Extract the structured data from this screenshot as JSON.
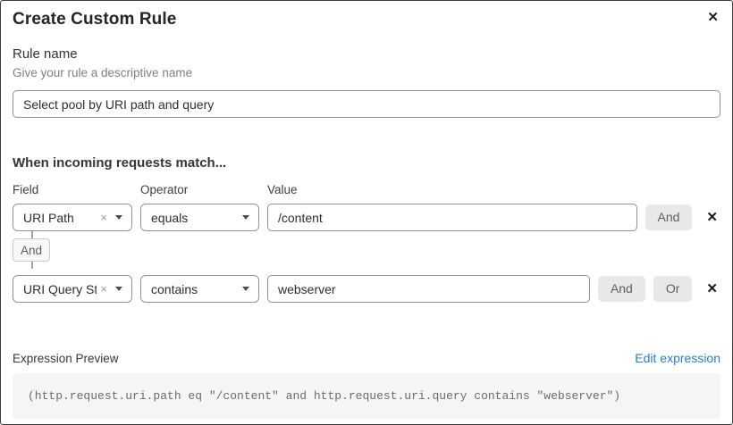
{
  "dialog": {
    "title": "Create Custom Rule"
  },
  "icons": {
    "close": "✕",
    "remove": "✕",
    "clear": "×"
  },
  "rule_name": {
    "label": "Rule name",
    "hint": "Give your rule a descriptive name",
    "value": "Select pool by URI path and query"
  },
  "matcher": {
    "heading": "When incoming requests match...",
    "columns": {
      "field": "Field",
      "operator": "Operator",
      "value": "Value"
    },
    "and_label": "And",
    "or_label": "Or",
    "between_connector": "And",
    "rows": [
      {
        "field": "URI Path",
        "operator": "equals",
        "value": "/content"
      },
      {
        "field": "URI Query St...",
        "operator": "contains",
        "value": "webserver"
      }
    ]
  },
  "expression": {
    "label": "Expression Preview",
    "edit_link": "Edit expression",
    "code": "(http.request.uri.path eq \"/content\" and http.request.uri.query contains \"webserver\")"
  },
  "colors": {
    "link_blue": "#2f7bbf",
    "input_border": "#8f9195",
    "pill_bg": "#e8e8e8",
    "code_bg": "#f5f5f5",
    "text_dark": "#232529",
    "text_gray": "#7c7f84"
  }
}
